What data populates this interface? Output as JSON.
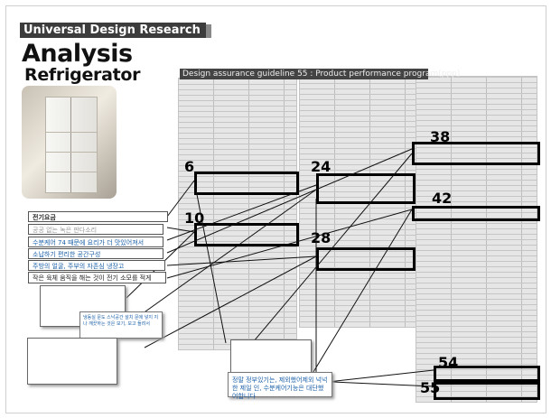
{
  "header": {
    "banner": "Universal Design Research",
    "title": "Analysis",
    "subtitle": "Refrigerator"
  },
  "document": {
    "header_text": "Design assurance guideline 55 : Product performance program(ppp)"
  },
  "callouts": [
    "6",
    "10",
    "24",
    "28",
    "38",
    "42",
    "54",
    "55"
  ],
  "labels": [
    "전기요금",
    "공공 없는 녹은 판다소리",
    "수분케어 74 때문에 요리가 더 맛있어져서",
    "소납하기 편리한 공간구성",
    "주방의 얼굴, 주부의 자존심 냉장고",
    "작은 육체 움직을 해는 것이 전기 소모를 적게"
  ],
  "notes": {
    "blue_note_1": "냉동실 문도 스낙공간 설치 문에 넣지 지나 깨끗하는 것은 보기, 보고 들려서",
    "blue_note_2": "정말 정부있기는, 제외했어제외 넉넉한 제일 인, 수분케어기능은 대단했어합니다"
  }
}
